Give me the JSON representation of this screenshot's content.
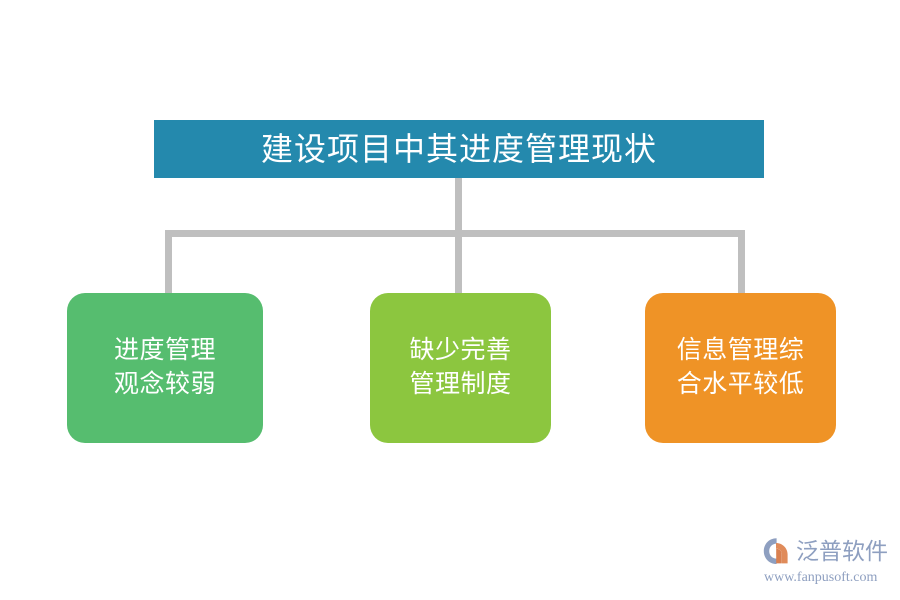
{
  "diagram": {
    "title_node": {
      "label": "建设项目中其进度管理现状",
      "color": "#2489ad",
      "text_color": "#ffffff"
    },
    "connector_color": "#bfbfbf",
    "children": [
      {
        "label": "进度管理\n观念较弱",
        "color": "#56bd6f",
        "text_color": "#ffffff"
      },
      {
        "label": "缺少完善\n管理制度",
        "color": "#8cc63f",
        "text_color": "#ffffff"
      },
      {
        "label": "信息管理综\n合水平较低",
        "color": "#ef9326",
        "text_color": "#ffffff"
      }
    ]
  },
  "watermark": {
    "brand": "泛普软件",
    "url": "www.fanpusoft.com",
    "icon": "fanpu-swoosh-logo-icon",
    "text_color": "#8e9fc0",
    "icon_colors": {
      "blue": "#8e9fc0",
      "orange": "#e08b5a"
    }
  },
  "background_color": "#ffffff"
}
